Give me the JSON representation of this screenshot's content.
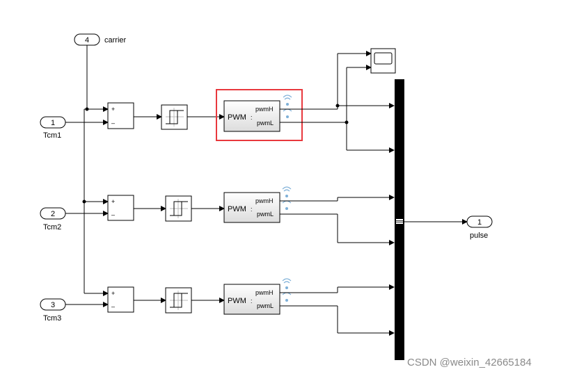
{
  "inports": [
    {
      "number": "1",
      "name": "Tcm1"
    },
    {
      "number": "2",
      "name": "Tcm2"
    },
    {
      "number": "3",
      "name": "Tcm3"
    },
    {
      "number": "4",
      "name": "carrier"
    }
  ],
  "outport": {
    "number": "1",
    "name": "pulse"
  },
  "sum_signs": {
    "plus": "+",
    "minus": "–"
  },
  "pwm_block": {
    "input_label": "PWM",
    "output_high": "pwmH",
    "output_low": "pwmL"
  },
  "highlight_color": "#e8383d",
  "watermark": "CSDN @weixin_42665184"
}
